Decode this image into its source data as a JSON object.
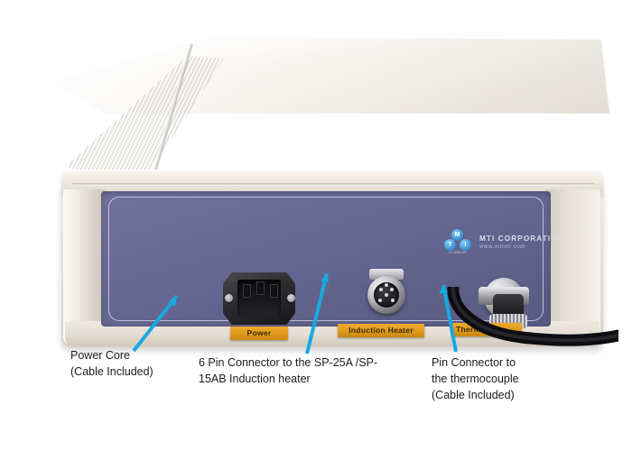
{
  "image": {
    "subject": "MTI Corporation induction heater power supply rear panel",
    "background_color": "#ffffff"
  },
  "device": {
    "chassis_color": "#ece7dd",
    "panel_color": "#6b6e9c",
    "brand": {
      "logo_letters": [
        "M",
        "T",
        "I"
      ],
      "logo_sub": "KJ GROUP",
      "name": "MTI CORPORATION",
      "url": "www.mtixtl.com"
    },
    "ports": [
      {
        "id": "power",
        "tag_label": "Power",
        "icon": "iec-c14-power-inlet-icon",
        "tag_color": "#e09a1c"
      },
      {
        "id": "induction-heater",
        "tag_label": "Induction Heater",
        "icon": "circular-6-pin-connector-icon",
        "tag_color": "#e09a1c"
      },
      {
        "id": "thermocouple",
        "tag_label": "Thermoc",
        "icon": "thermocouple-connector-icon",
        "tag_color": "#e09a1c"
      }
    ]
  },
  "callouts": [
    {
      "id": "power-core",
      "arrow_color": "#1aa8e0",
      "lines": [
        "Power Core",
        "(Cable Included)"
      ]
    },
    {
      "id": "induction-heater-connector",
      "arrow_color": "#1aa8e0",
      "lines": [
        "6 Pin Connector to the SP-25A /SP-",
        "15AB Induction heater"
      ]
    },
    {
      "id": "thermocouple-connector",
      "arrow_color": "#1aa8e0",
      "lines": [
        "Pin Connector to",
        "the thermocouple",
        "(Cable Included)"
      ]
    }
  ]
}
